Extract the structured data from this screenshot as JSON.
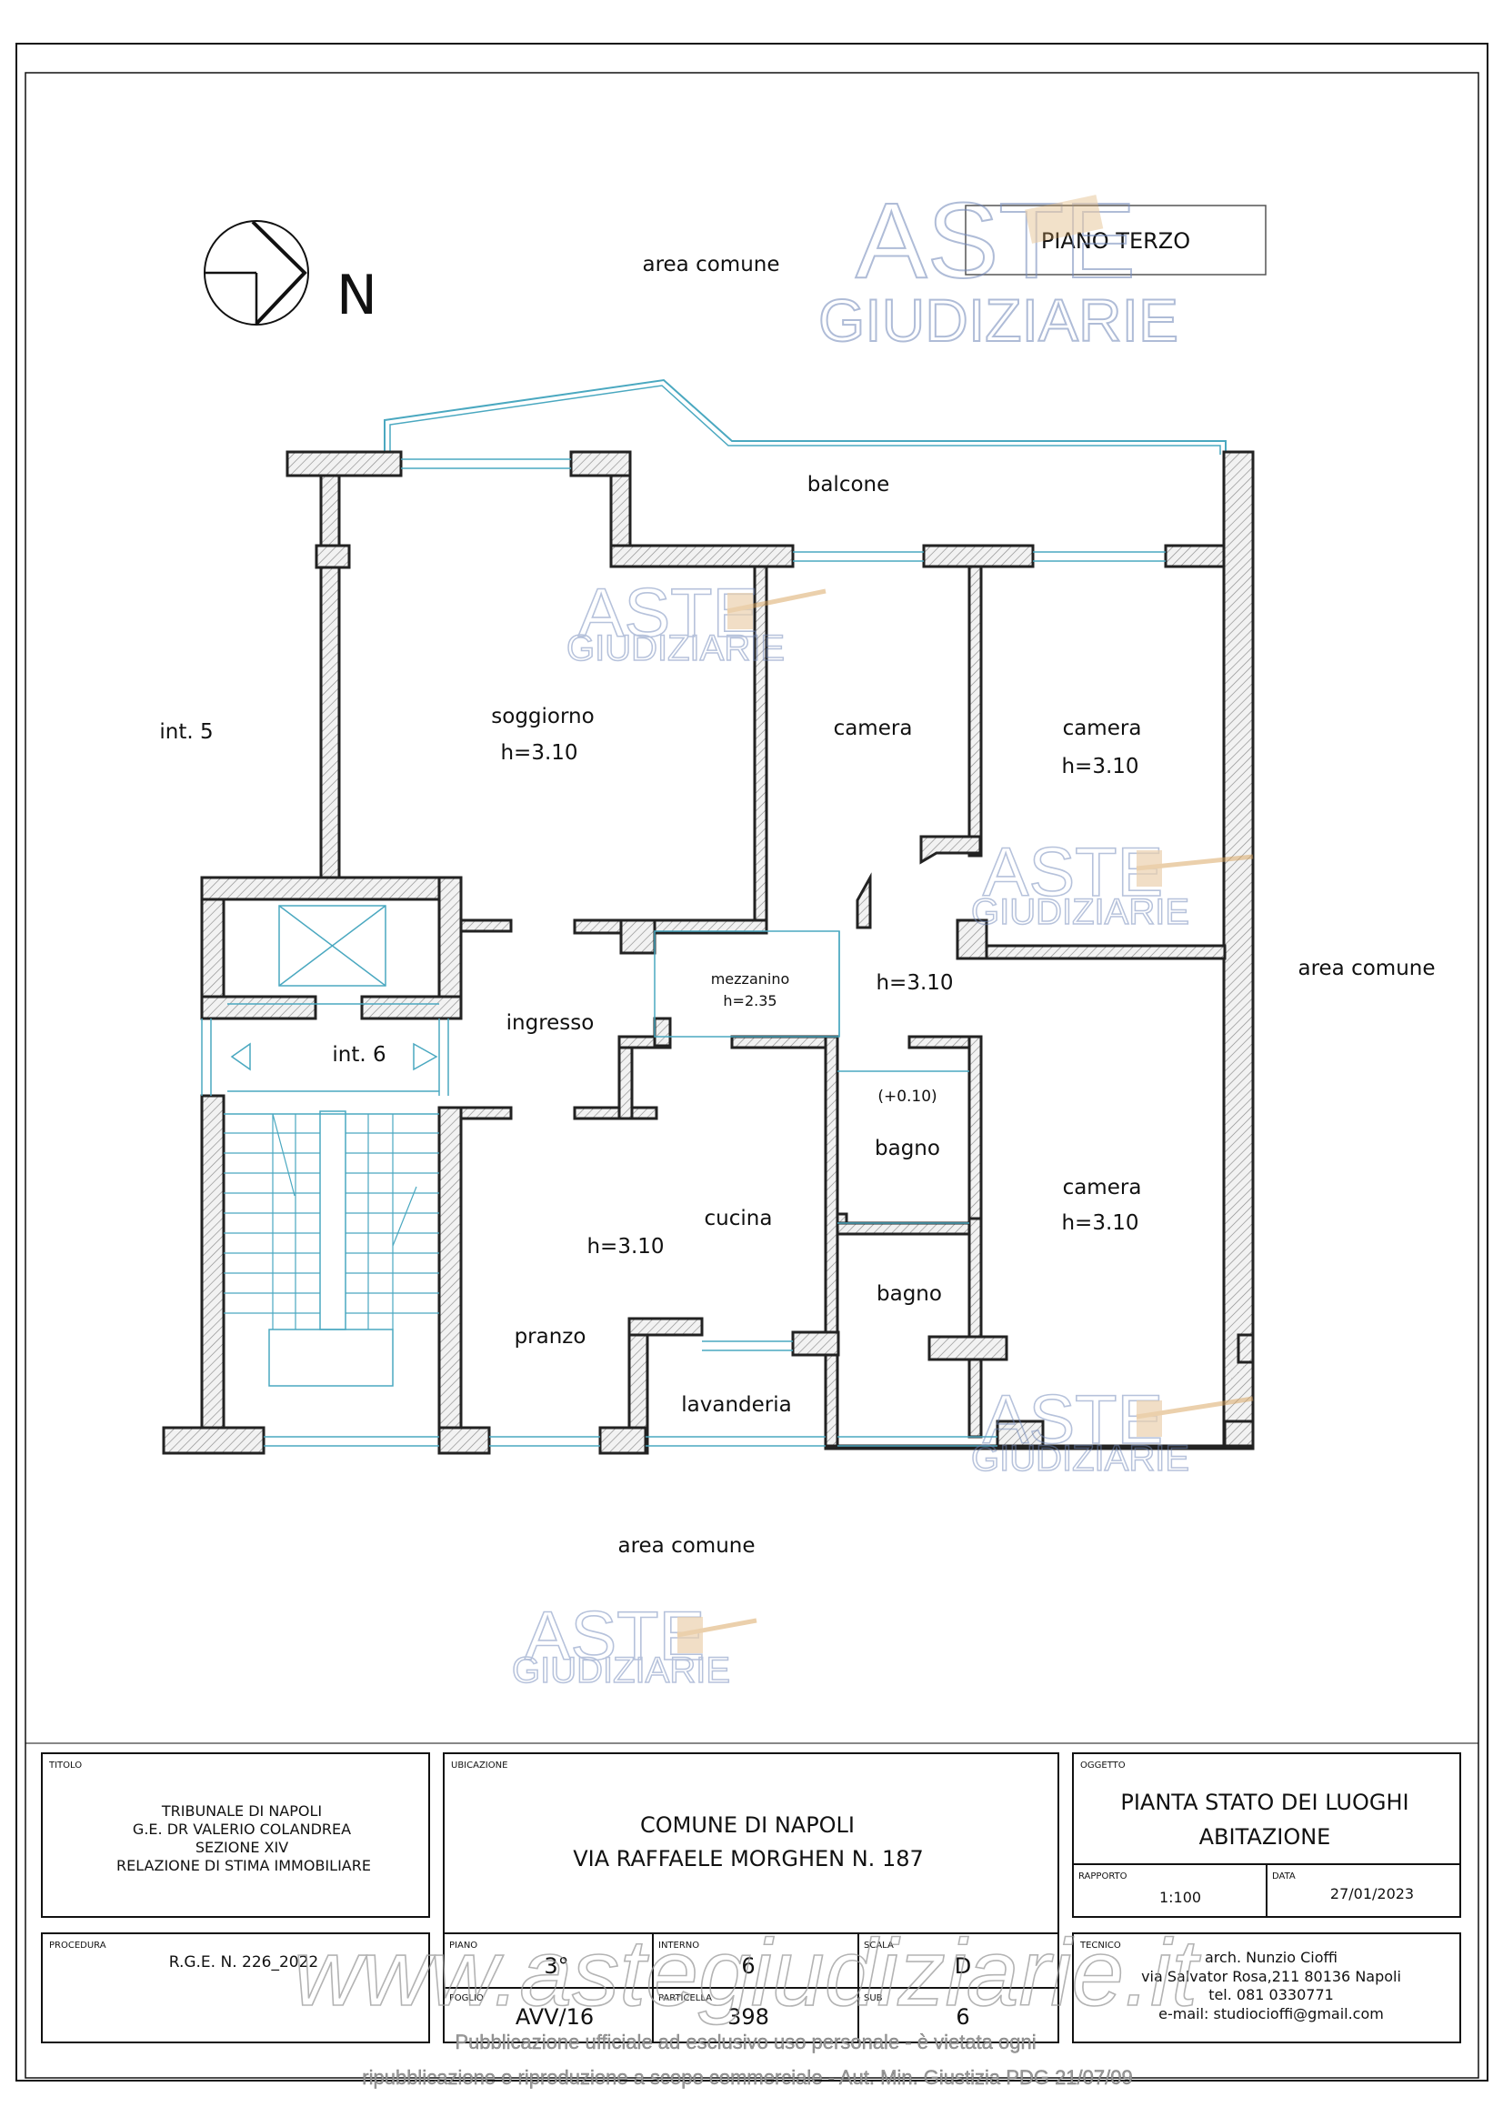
{
  "colors": {
    "wall": "#222222",
    "hatch": "#777777",
    "cyan": "#4aa8c0",
    "watermark": "#6f86b8",
    "gavel": "#d9a35c"
  },
  "compass": {
    "north_label": "N"
  },
  "header": {
    "floor_label": "PIANO TERZO"
  },
  "watermark": {
    "line1": "ASTE",
    "line2": "GIUDIZIARIE"
  },
  "rooms": {
    "area_comune_top": "area comune",
    "area_comune_right": "area comune",
    "area_comune_bottom": "area comune",
    "balcone": "balcone",
    "int5": "int. 5",
    "int6": "int. 6",
    "soggiorno": "soggiorno",
    "soggiorno_h": "h=3.10",
    "camera1": "camera",
    "camera2": "camera",
    "camera2_h": "h=3.10",
    "mezzanino": "mezzanino",
    "mezzanino_h": "h=2.35",
    "corridor_h": "h=3.10",
    "ingresso": "ingresso",
    "bagno1_level": "(+0.10)",
    "bagno1": "bagno",
    "bagno2": "bagno",
    "camera3": "camera",
    "camera3_h": "h=3.10",
    "cucina": "cucina",
    "cucina_h": "h=3.10",
    "pranzo": "pranzo",
    "lavanderia": "lavanderia"
  },
  "titleblock": {
    "titolo_cap": "TITOLO",
    "titolo_lines": [
      "TRIBUNALE DI NAPOLI",
      "G.E. DR VALERIO COLANDREA",
      "SEZIONE XIV",
      "RELAZIONE DI STIMA IMMOBILIARE"
    ],
    "ubicazione_cap": "UBICAZIONE",
    "ubicazione_lines": [
      "COMUNE DI NAPOLI",
      "VIA RAFFAELE MORGHEN N. 187"
    ],
    "oggetto_cap": "OGGETTO",
    "oggetto_lines": [
      "PIANTA STATO DEI LUOGHI",
      "ABITAZIONE"
    ],
    "rapporto_cap": "RAPPORTO",
    "rapporto": "1:100",
    "data_cap": "DATA",
    "data": "27/01/2023",
    "procedura_cap": "PROCEDURA",
    "procedura": "R.G.E. N. 226_2022",
    "piano_cap": "PIANO",
    "piano": "3°",
    "interno_cap": "INTERNO",
    "interno": "6",
    "scala_cap": "SCALA",
    "scala": "D",
    "foglio_cap": "FOGLIO",
    "foglio": "AVV/16",
    "particella_cap": "PARTICELLA",
    "particella": "398",
    "sub_cap": "SUB",
    "sub": "6",
    "tecnico_cap": "TECNICO",
    "tecnico_lines": [
      "arch. Nunzio Cioffi",
      "via Salvator Rosa,211 80136 Napoli",
      "tel. 081 0330771",
      "e-mail: studiocioffi@gmail.com"
    ]
  },
  "footer": {
    "url_watermark": "www.astegiudiziarie.it",
    "notice_line1": "Pubblicazione ufficiale ad esclusivo uso personale - è vietata ogni",
    "notice_line2": "ripubblicazione o riproduzione a scopo commerciale - Aut. Min. Giustizia PDG 21/07/09"
  }
}
